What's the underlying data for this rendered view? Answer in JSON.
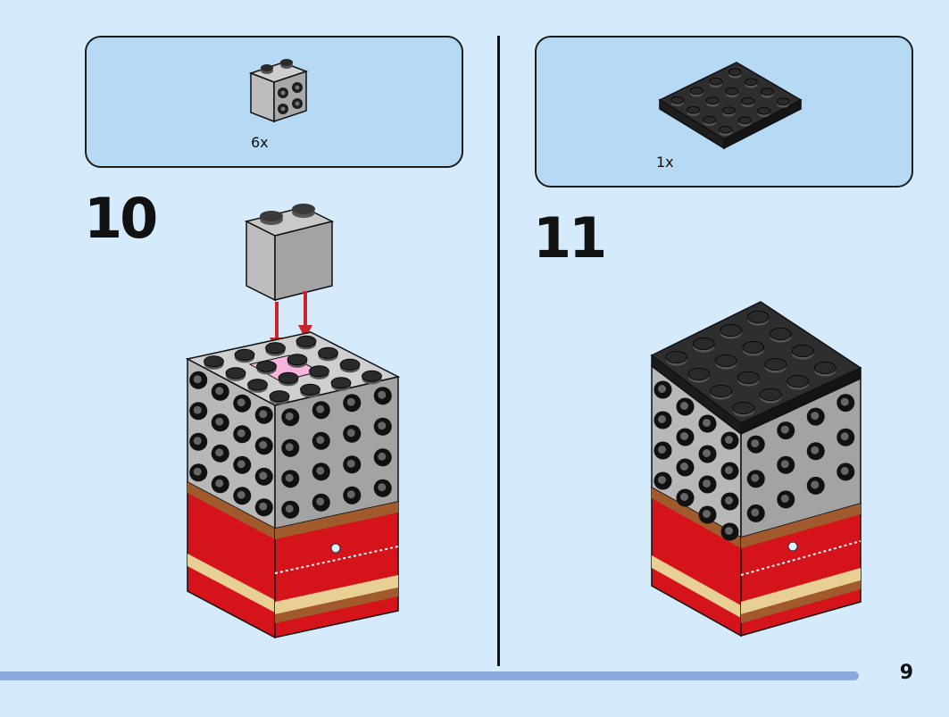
{
  "steps": [
    {
      "number": "10",
      "part_quantity": "6x"
    },
    {
      "number": "11",
      "part_quantity": "1x"
    }
  ],
  "page_number": "9",
  "colors": {
    "background": "#d5ebfb",
    "parts_box": "#b6d9f4",
    "light_gray": "#a9a9a9",
    "dark_gray_stud": "#1e1e1e",
    "red": "#d4131b",
    "tan": "#e8cf94",
    "brown": "#a05a2c",
    "pink": "#f6b5dc",
    "arrow": "#c8242c",
    "progress": "#8ba9dc"
  }
}
